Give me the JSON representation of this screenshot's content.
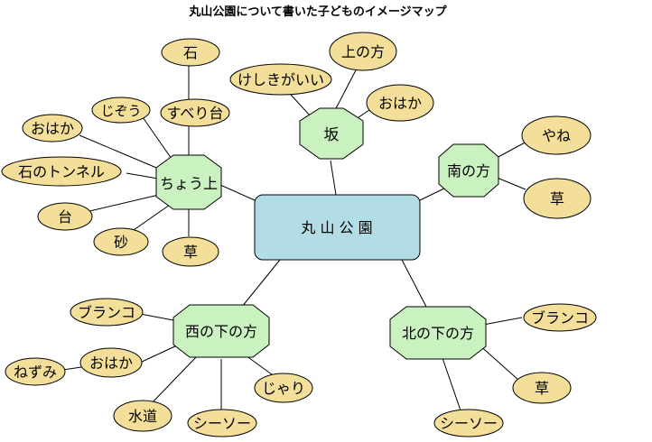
{
  "title": "丸山公園について書いた子どものイメージマップ",
  "center": "丸 山 公 園",
  "branches": {
    "sakamichi": "坂",
    "chouue": "ちょう上",
    "minami": "南の方",
    "nishi": "西の下の方",
    "kita": "北の下の方"
  },
  "leaves": {
    "ishi": "石",
    "suberidai": "すべり台",
    "jizou": "じぞう",
    "ohaka_chouue": "おはか",
    "ishi_tunnel": "石のトンネル",
    "dai": "台",
    "suna": "砂",
    "kusa_chouue": "草",
    "keshiki": "けしきがいい",
    "ue_no_hou": "上の方",
    "ohaka_saka": "おはか",
    "yane": "やね",
    "kusa_minami": "草",
    "buranko_nishi": "ブランコ",
    "ohaka_nishi": "おはか",
    "nezumi": "ねずみ",
    "suidou": "水道",
    "seesaw_nishi": "シーソー",
    "jari": "じゃり",
    "buranko_kita": "ブランコ",
    "kusa_kita": "草",
    "seesaw_kita": "シーソー"
  },
  "colors": {
    "leaf_fill": "#f3df99",
    "branch_fill": "#c9f2c0",
    "center_fill": "#b3dde6"
  }
}
